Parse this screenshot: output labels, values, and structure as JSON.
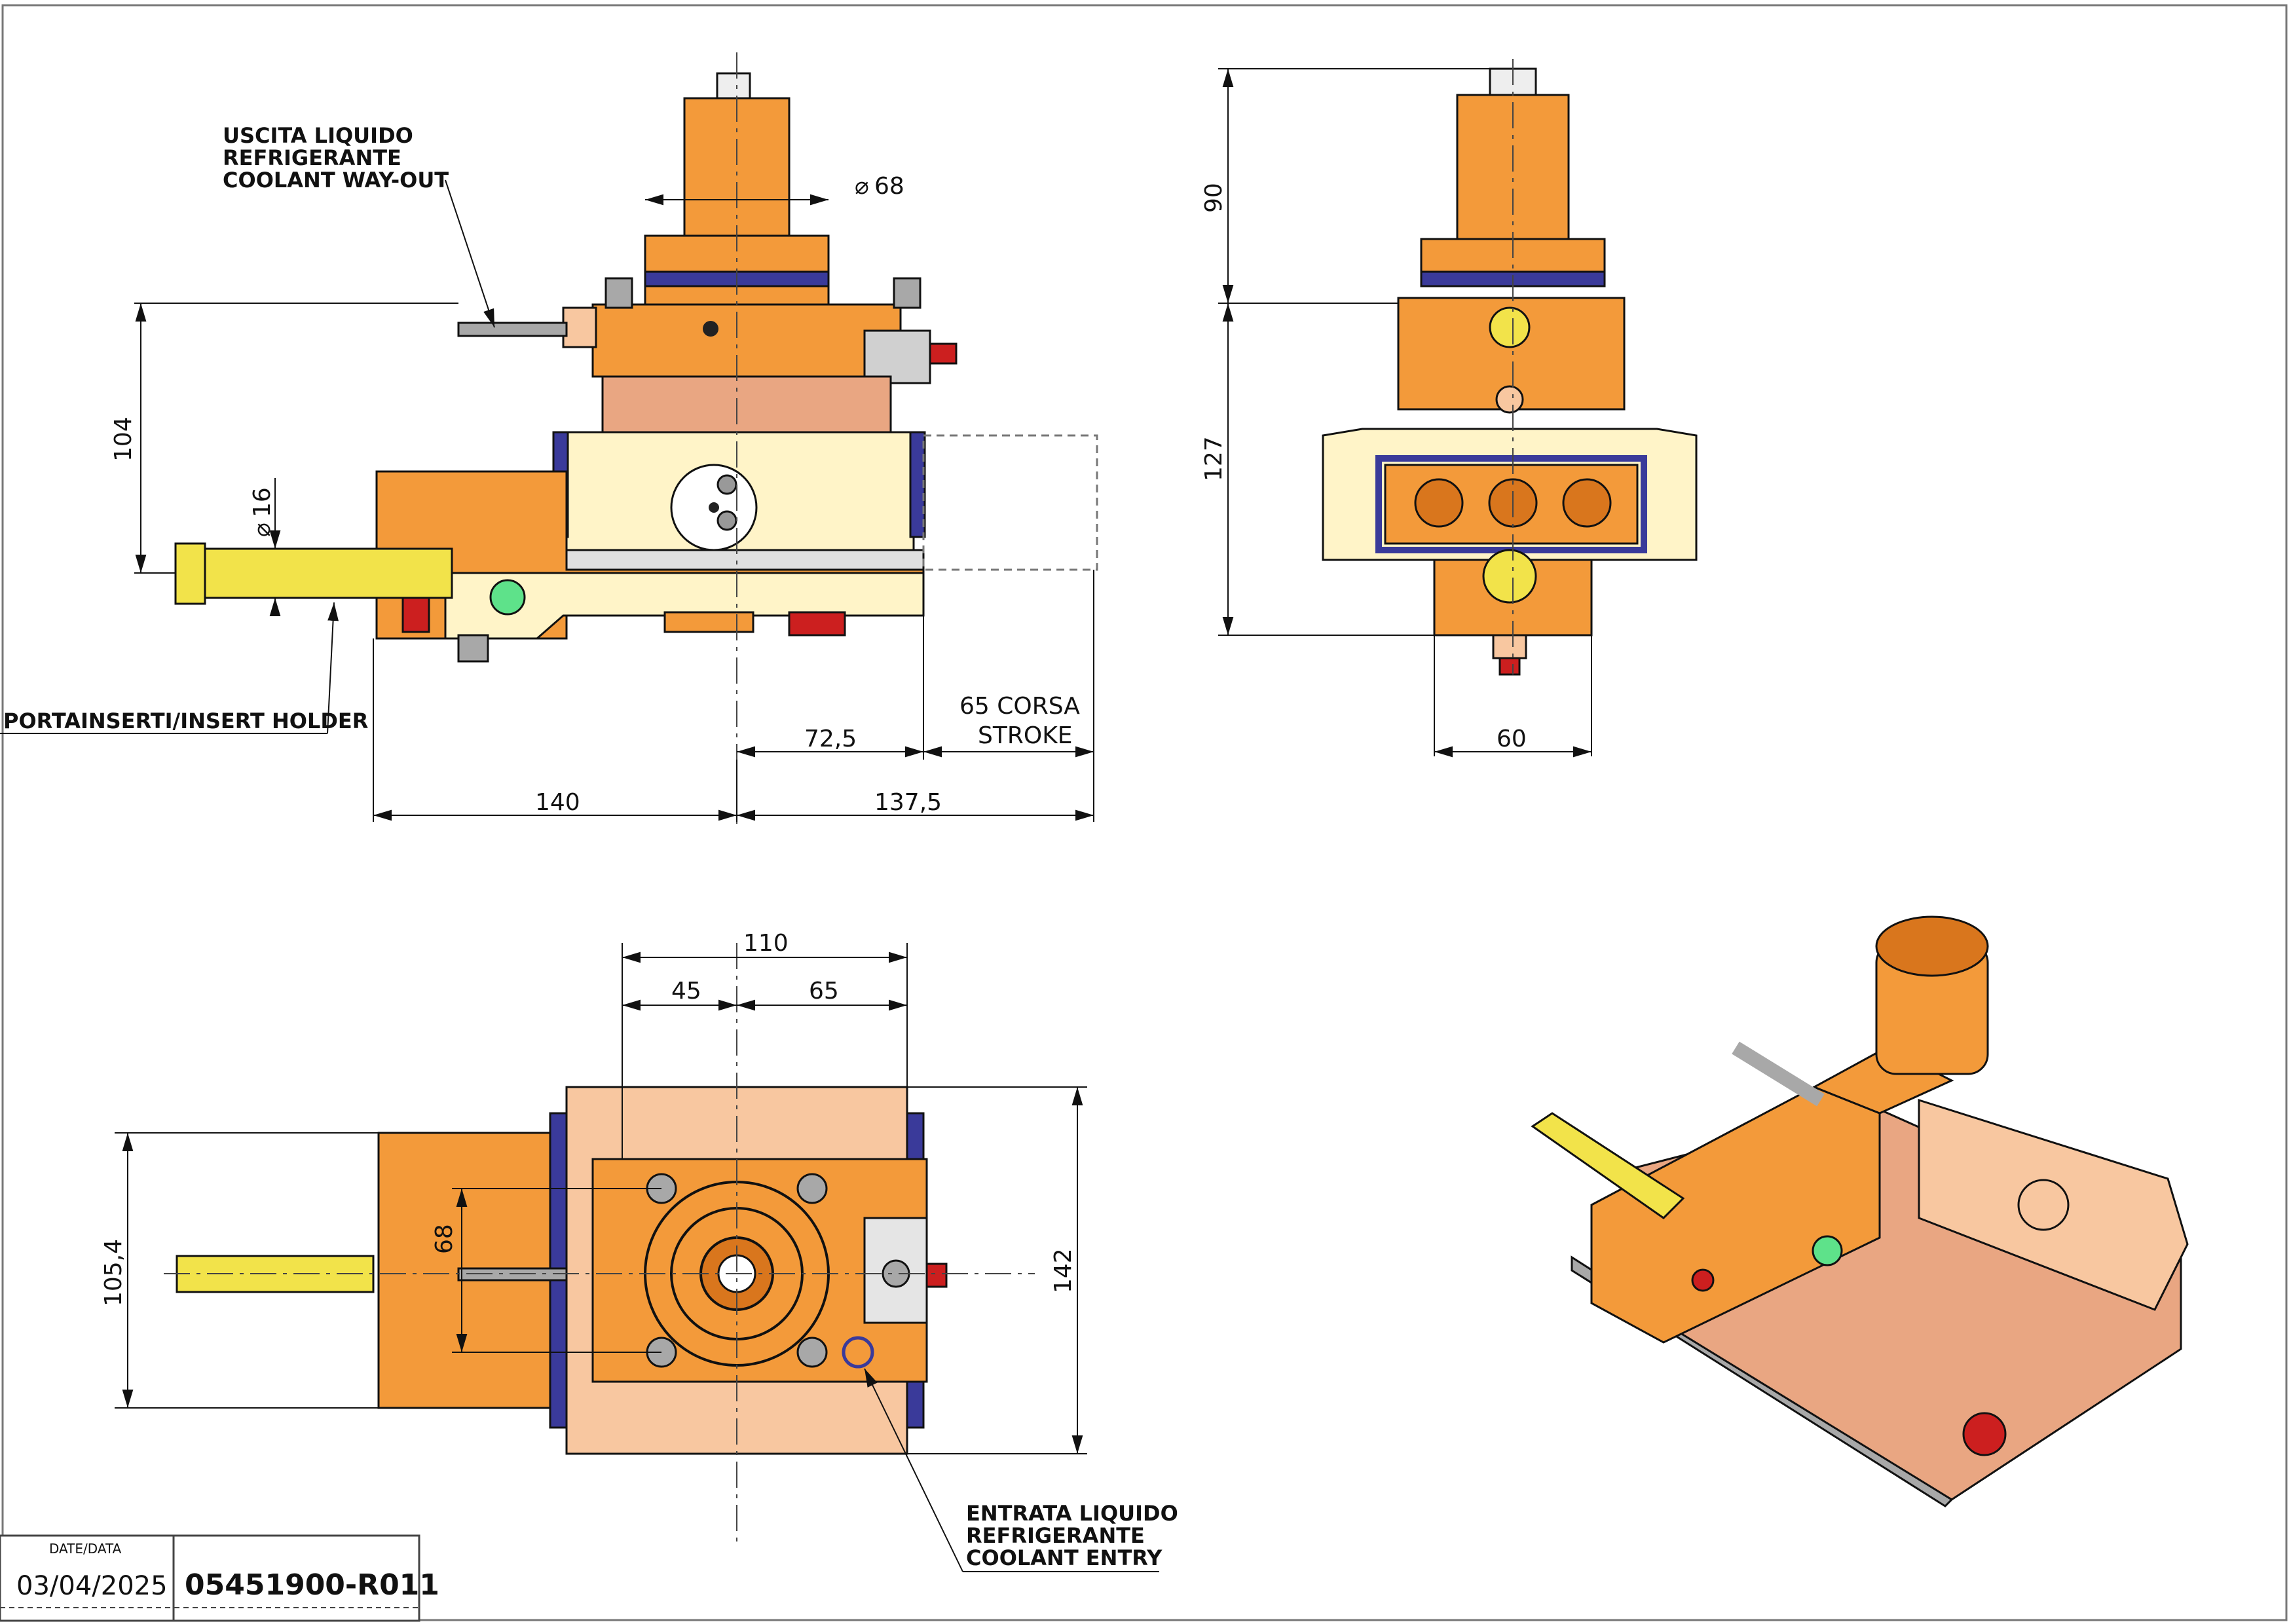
{
  "notes": {
    "coolant_out": [
      "USCITA LIQUIDO",
      "REFRIGERANTE",
      "COOLANT WAY-OUT"
    ],
    "insert_holder": "PORTAINSERTI/INSERT HOLDER",
    "coolant_entry": [
      "ENTRATA LIQUIDO",
      "REFRIGERANTE",
      "COOLANT ENTRY"
    ]
  },
  "dimensions": {
    "side": {
      "d68": "68",
      "d16": "16",
      "h104": "104",
      "w140": "140",
      "w137": "137,5",
      "w72": "72,5",
      "stroke1": "65 CORSA",
      "stroke2": "STROKE"
    },
    "front": {
      "h90": "90",
      "h127": "127",
      "w60": "60"
    },
    "top": {
      "w110": "110",
      "w45": "45",
      "w65": "65",
      "h105": "105,4",
      "h68": "68",
      "h142": "142"
    }
  },
  "title_block": {
    "date_label": "DATE/DATA",
    "date": "03/04/2025",
    "drawing_number": "05451900-R011"
  },
  "colors": {
    "orange": "#f39a3a",
    "dark_orange": "#d9761d",
    "peach": "#f8c7a0",
    "cream": "#fff4c8",
    "salmon": "#e9a682",
    "gray": "#a8a8a8",
    "blue": "#3a3a9a",
    "yellow": "#f2e34a",
    "red": "#cc1f1f",
    "green": "#5ee28a"
  },
  "icons": {
    "diameter": "diameter-symbol-icon"
  }
}
